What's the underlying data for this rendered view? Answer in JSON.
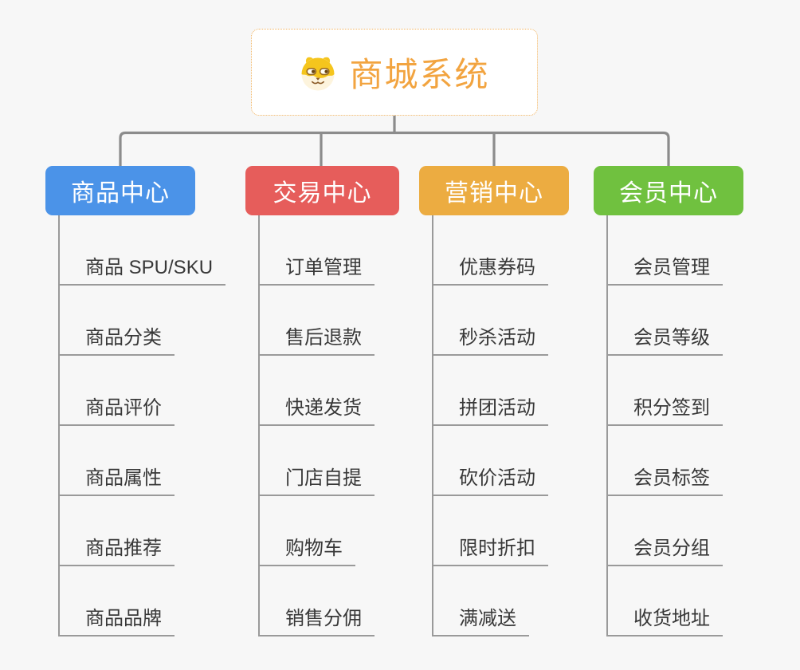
{
  "background_color": "#f7f7f7",
  "connector": {
    "color": "#8c8c8c",
    "underline_color": "#9a9a9a"
  },
  "root": {
    "title": "商城系统",
    "title_color": "#f2a440",
    "border_color": "#f1b35f",
    "icon": "shiba-dog-icon"
  },
  "branches": [
    {
      "label": "商品中心",
      "color": "#4b93e8",
      "items": [
        "商品 SPU/SKU",
        "商品分类",
        "商品评价",
        "商品属性",
        "商品推荐",
        "商品品牌"
      ]
    },
    {
      "label": "交易中心",
      "color": "#e65d5b",
      "items": [
        "订单管理",
        "售后退款",
        "快递发货",
        "门店自提",
        "购物车",
        "销售分佣"
      ]
    },
    {
      "label": "营销中心",
      "color": "#ecac41",
      "items": [
        "优惠券码",
        "秒杀活动",
        "拼团活动",
        "砍价活动",
        "限时折扣",
        "满减送"
      ]
    },
    {
      "label": "会员中心",
      "color": "#70c13f",
      "items": [
        "会员管理",
        "会员等级",
        "积分签到",
        "会员标签",
        "会员分组",
        "收货地址"
      ]
    }
  ]
}
